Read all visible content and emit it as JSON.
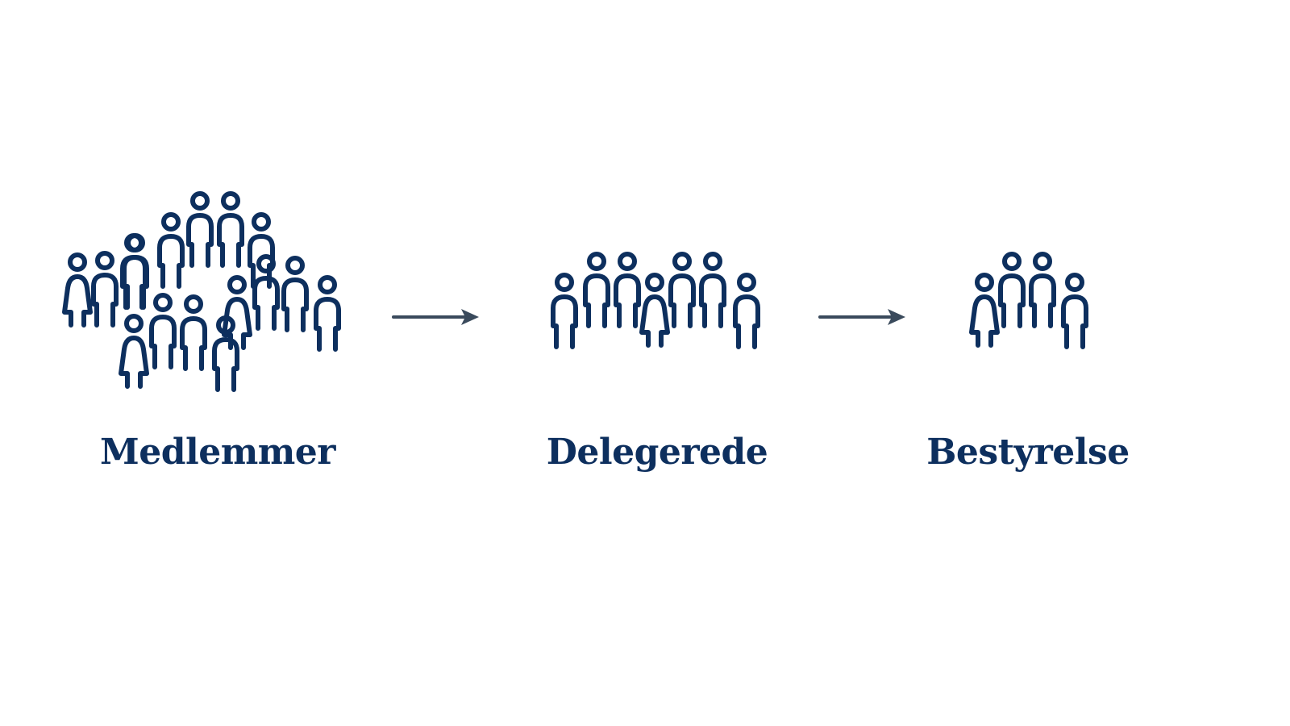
{
  "colors": {
    "icon": "#0d2f5e",
    "arrow": "#3a4a5c",
    "background": "#ffffff"
  },
  "stages": [
    {
      "id": "members",
      "label": "Medlemmer",
      "icon": "crowd-large-icon"
    },
    {
      "id": "delegates",
      "label": "Delegerede",
      "icon": "crowd-medium-icon"
    },
    {
      "id": "board",
      "label": "Bestyrelse",
      "icon": "crowd-small-icon"
    }
  ],
  "arrows": [
    {
      "from": "members",
      "to": "delegates",
      "icon": "arrow-right-icon"
    },
    {
      "from": "delegates",
      "to": "board",
      "icon": "arrow-right-icon"
    }
  ]
}
